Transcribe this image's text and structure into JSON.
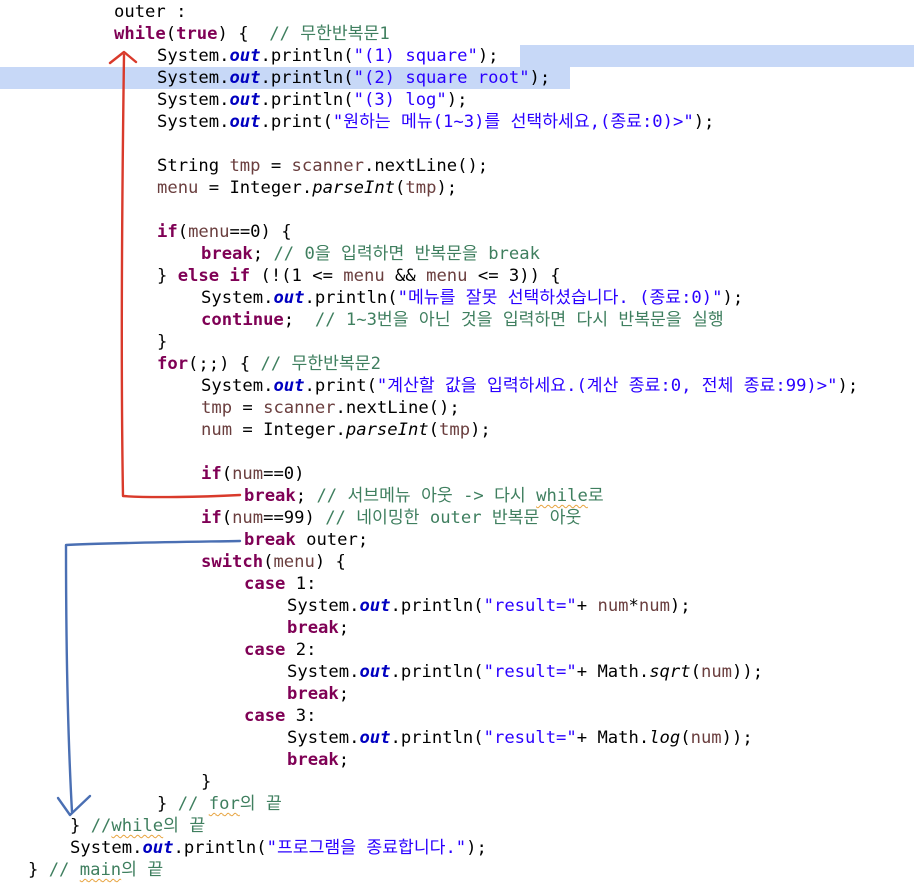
{
  "code_lines": [
    [
      {
        "t": "outer :",
        "c": ""
      }
    ],
    [
      {
        "t": "while",
        "c": "kw"
      },
      {
        "t": "(",
        "c": ""
      },
      {
        "t": "true",
        "c": "kw"
      },
      {
        "t": ") {  ",
        "c": ""
      },
      {
        "t": "// 무한반복문1",
        "c": "cm"
      }
    ],
    [
      {
        "t": "System.",
        "c": ""
      },
      {
        "t": "out",
        "c": "fld"
      },
      {
        "t": ".println(",
        "c": ""
      },
      {
        "t": "\"(1) square\"",
        "c": "str"
      },
      {
        "t": ");",
        "c": ""
      }
    ],
    [
      {
        "t": "System.",
        "c": ""
      },
      {
        "t": "out",
        "c": "fld"
      },
      {
        "t": ".println(",
        "c": ""
      },
      {
        "t": "\"(2) square root\"",
        "c": "str"
      },
      {
        "t": ");",
        "c": ""
      }
    ],
    [
      {
        "t": "System.",
        "c": ""
      },
      {
        "t": "out",
        "c": "fld"
      },
      {
        "t": ".println(",
        "c": ""
      },
      {
        "t": "\"(3) log\"",
        "c": "str"
      },
      {
        "t": ");",
        "c": ""
      }
    ],
    [
      {
        "t": "System.",
        "c": ""
      },
      {
        "t": "out",
        "c": "fld"
      },
      {
        "t": ".print(",
        "c": ""
      },
      {
        "t": "\"원하는 메뉴(1~3)를 선택하세요,(종료:0)>\"",
        "c": "str"
      },
      {
        "t": ");",
        "c": ""
      }
    ],
    [],
    [
      {
        "t": "String ",
        "c": ""
      },
      {
        "t": "tmp",
        "c": "var"
      },
      {
        "t": " = ",
        "c": ""
      },
      {
        "t": "scanner",
        "c": "var"
      },
      {
        "t": ".nextLine();",
        "c": ""
      }
    ],
    [
      {
        "t": "menu",
        "c": "var"
      },
      {
        "t": " = Integer.",
        "c": ""
      },
      {
        "t": "parseInt",
        "c": "sm"
      },
      {
        "t": "(",
        "c": ""
      },
      {
        "t": "tmp",
        "c": "var"
      },
      {
        "t": ");",
        "c": ""
      }
    ],
    [],
    [
      {
        "t": "if",
        "c": "kw"
      },
      {
        "t": "(",
        "c": ""
      },
      {
        "t": "menu",
        "c": "var"
      },
      {
        "t": "==0) {",
        "c": ""
      }
    ],
    [
      {
        "t": "break",
        "c": "kw"
      },
      {
        "t": "; ",
        "c": ""
      },
      {
        "t": "// 0을 입력하면 반복문을 break",
        "c": "cm"
      }
    ],
    [
      {
        "t": "} ",
        "c": ""
      },
      {
        "t": "else if",
        "c": "kw"
      },
      {
        "t": " (!(1 <= ",
        "c": ""
      },
      {
        "t": "menu",
        "c": "var"
      },
      {
        "t": " && ",
        "c": ""
      },
      {
        "t": "menu",
        "c": "var"
      },
      {
        "t": " <= 3)) {",
        "c": ""
      }
    ],
    [
      {
        "t": "System.",
        "c": ""
      },
      {
        "t": "out",
        "c": "fld"
      },
      {
        "t": ".println(",
        "c": ""
      },
      {
        "t": "\"메뉴를 잘못 선택하셨습니다. (종료:0)\"",
        "c": "str"
      },
      {
        "t": ");",
        "c": ""
      }
    ],
    [
      {
        "t": "continue",
        "c": "kw"
      },
      {
        "t": ";  ",
        "c": ""
      },
      {
        "t": "// 1~3번을 아닌 것을 입력하면 다시 반복문을 실행",
        "c": "cm"
      }
    ],
    [
      {
        "t": "}",
        "c": ""
      }
    ],
    [
      {
        "t": "for",
        "c": "kw"
      },
      {
        "t": "(;;) { ",
        "c": ""
      },
      {
        "t": "// 무한반복문2",
        "c": "cm"
      }
    ],
    [
      {
        "t": "System.",
        "c": ""
      },
      {
        "t": "out",
        "c": "fld"
      },
      {
        "t": ".print(",
        "c": ""
      },
      {
        "t": "\"계산할 값을 입력하세요.(계산 종료:0, 전체 종료:99)>\"",
        "c": "str"
      },
      {
        "t": ");",
        "c": ""
      }
    ],
    [
      {
        "t": "tmp",
        "c": "var"
      },
      {
        "t": " = ",
        "c": ""
      },
      {
        "t": "scanner",
        "c": "var"
      },
      {
        "t": ".nextLine();",
        "c": ""
      }
    ],
    [
      {
        "t": "num",
        "c": "var"
      },
      {
        "t": " = Integer.",
        "c": ""
      },
      {
        "t": "parseInt",
        "c": "sm"
      },
      {
        "t": "(",
        "c": ""
      },
      {
        "t": "tmp",
        "c": "var"
      },
      {
        "t": ");",
        "c": ""
      }
    ],
    [],
    [
      {
        "t": "if",
        "c": "kw"
      },
      {
        "t": "(",
        "c": ""
      },
      {
        "t": "num",
        "c": "var"
      },
      {
        "t": "==0)",
        "c": ""
      }
    ],
    [
      {
        "t": "break",
        "c": "kw"
      },
      {
        "t": "; ",
        "c": ""
      },
      {
        "t": "// 서브메뉴 아웃 -> 다시 ",
        "c": "cm"
      },
      {
        "t": "while",
        "c": "cm sq"
      },
      {
        "t": "로",
        "c": "cm"
      }
    ],
    [
      {
        "t": "if",
        "c": "kw"
      },
      {
        "t": "(",
        "c": ""
      },
      {
        "t": "num",
        "c": "var"
      },
      {
        "t": "==99) ",
        "c": ""
      },
      {
        "t": "// 네이밍한 outer 반복문 아웃",
        "c": "cm"
      }
    ],
    [
      {
        "t": "break",
        "c": "kw"
      },
      {
        "t": " outer;",
        "c": ""
      }
    ],
    [
      {
        "t": "switch",
        "c": "kw"
      },
      {
        "t": "(",
        "c": ""
      },
      {
        "t": "menu",
        "c": "var"
      },
      {
        "t": ") {",
        "c": ""
      }
    ],
    [
      {
        "t": "case",
        "c": "kw"
      },
      {
        "t": " 1:",
        "c": ""
      }
    ],
    [
      {
        "t": "System.",
        "c": ""
      },
      {
        "t": "out",
        "c": "fld"
      },
      {
        "t": ".println(",
        "c": ""
      },
      {
        "t": "\"result=\"",
        "c": "str"
      },
      {
        "t": "+ ",
        "c": ""
      },
      {
        "t": "num",
        "c": "var"
      },
      {
        "t": "*",
        "c": ""
      },
      {
        "t": "num",
        "c": "var"
      },
      {
        "t": ");",
        "c": ""
      }
    ],
    [
      {
        "t": "break",
        "c": "kw"
      },
      {
        "t": ";",
        "c": ""
      }
    ],
    [
      {
        "t": "case",
        "c": "kw"
      },
      {
        "t": " 2:",
        "c": ""
      }
    ],
    [
      {
        "t": "System.",
        "c": ""
      },
      {
        "t": "out",
        "c": "fld"
      },
      {
        "t": ".println(",
        "c": ""
      },
      {
        "t": "\"result=\"",
        "c": "str"
      },
      {
        "t": "+ Math.",
        "c": ""
      },
      {
        "t": "sqrt",
        "c": "sm"
      },
      {
        "t": "(",
        "c": ""
      },
      {
        "t": "num",
        "c": "var"
      },
      {
        "t": "));",
        "c": ""
      }
    ],
    [
      {
        "t": "break",
        "c": "kw"
      },
      {
        "t": ";",
        "c": ""
      }
    ],
    [
      {
        "t": "case",
        "c": "kw"
      },
      {
        "t": " 3:",
        "c": ""
      }
    ],
    [
      {
        "t": "System.",
        "c": ""
      },
      {
        "t": "out",
        "c": "fld"
      },
      {
        "t": ".println(",
        "c": ""
      },
      {
        "t": "\"result=\"",
        "c": "str"
      },
      {
        "t": "+ Math.",
        "c": ""
      },
      {
        "t": "log",
        "c": "sm"
      },
      {
        "t": "(",
        "c": ""
      },
      {
        "t": "num",
        "c": "var"
      },
      {
        "t": "));",
        "c": ""
      }
    ],
    [
      {
        "t": "break",
        "c": "kw"
      },
      {
        "t": ";",
        "c": ""
      }
    ],
    [
      {
        "t": "}",
        "c": ""
      }
    ],
    [
      {
        "t": "} ",
        "c": ""
      },
      {
        "t": "// ",
        "c": "cm"
      },
      {
        "t": "for",
        "c": "cm sq"
      },
      {
        "t": "의 끝",
        "c": "cm"
      }
    ],
    [
      {
        "t": "} ",
        "c": ""
      },
      {
        "t": "//",
        "c": "cm"
      },
      {
        "t": "while",
        "c": "cm sq"
      },
      {
        "t": "의 끝",
        "c": "cm"
      }
    ],
    [
      {
        "t": "System.",
        "c": ""
      },
      {
        "t": "out",
        "c": "fld"
      },
      {
        "t": ".println(",
        "c": ""
      },
      {
        "t": "\"프로그램을 종료합니다.\"",
        "c": "str"
      },
      {
        "t": ");",
        "c": ""
      }
    ],
    [
      {
        "t": "} ",
        "c": ""
      },
      {
        "t": "// ",
        "c": "cm"
      },
      {
        "t": "main",
        "c": "cm sq"
      },
      {
        "t": "의 끝",
        "c": "cm"
      }
    ]
  ],
  "annotations": {
    "red_arrow_color": "#d93a2b",
    "blue_arrow_color": "#4a6fb3",
    "selection_color": "#c7d8f7"
  }
}
